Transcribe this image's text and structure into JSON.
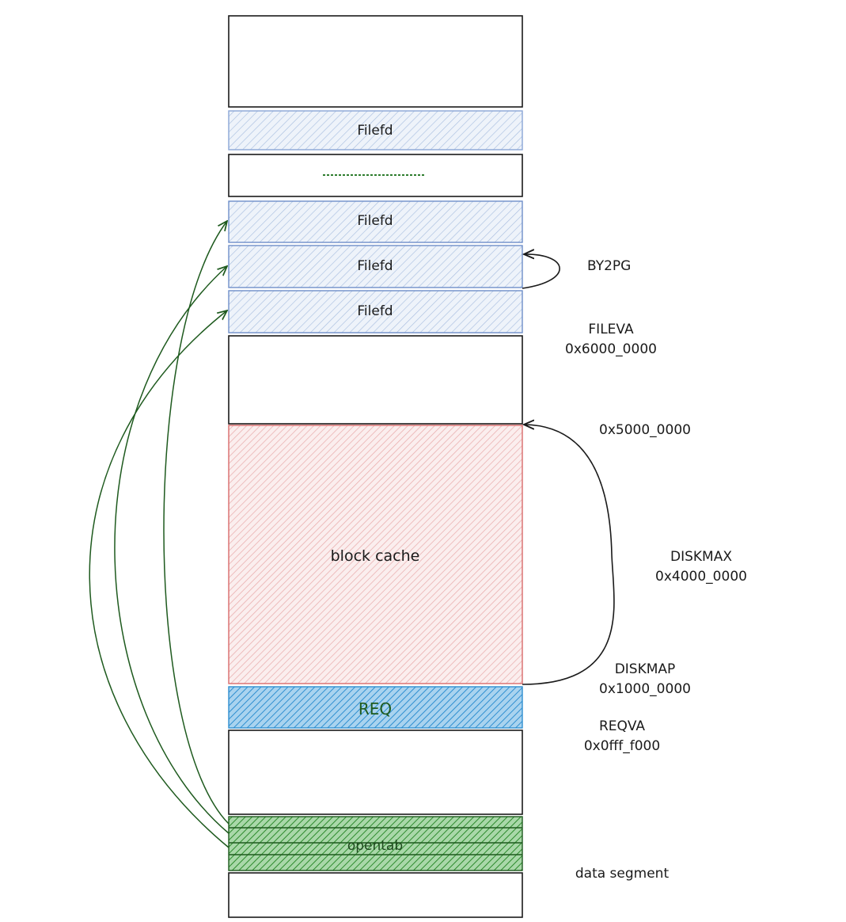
{
  "blocks": {
    "filefd_top": "Filefd",
    "filefd_1": "Filefd",
    "filefd_2": "Filefd",
    "filefd_3": "Filefd",
    "block_cache": "block cache",
    "req": "REQ",
    "opentab": "opentab"
  },
  "labels": {
    "by2pg": "BY2PG",
    "fileva_name": "FILEVA",
    "fileva_addr": "0x6000_0000",
    "addr_5000": "0x5000_0000",
    "diskmax_name": "DISKMAX",
    "diskmax_addr": "0x4000_0000",
    "diskmap_name": "DISKMAP",
    "diskmap_addr": "0x1000_0000",
    "reqva_name": "REQVA",
    "reqva_addr": "0x0fff_f000",
    "data_segment": "data segment"
  },
  "colors": {
    "filefd_fill": "#dbe7f4",
    "filefd_stroke": "#6f8fc9",
    "cache_fill": "#f4cccc",
    "cache_stroke": "#d96b6b",
    "req_fill": "#4fa3dc",
    "opentab_fill": "#2e8b2e",
    "arrow_green": "#1e5a1e"
  }
}
